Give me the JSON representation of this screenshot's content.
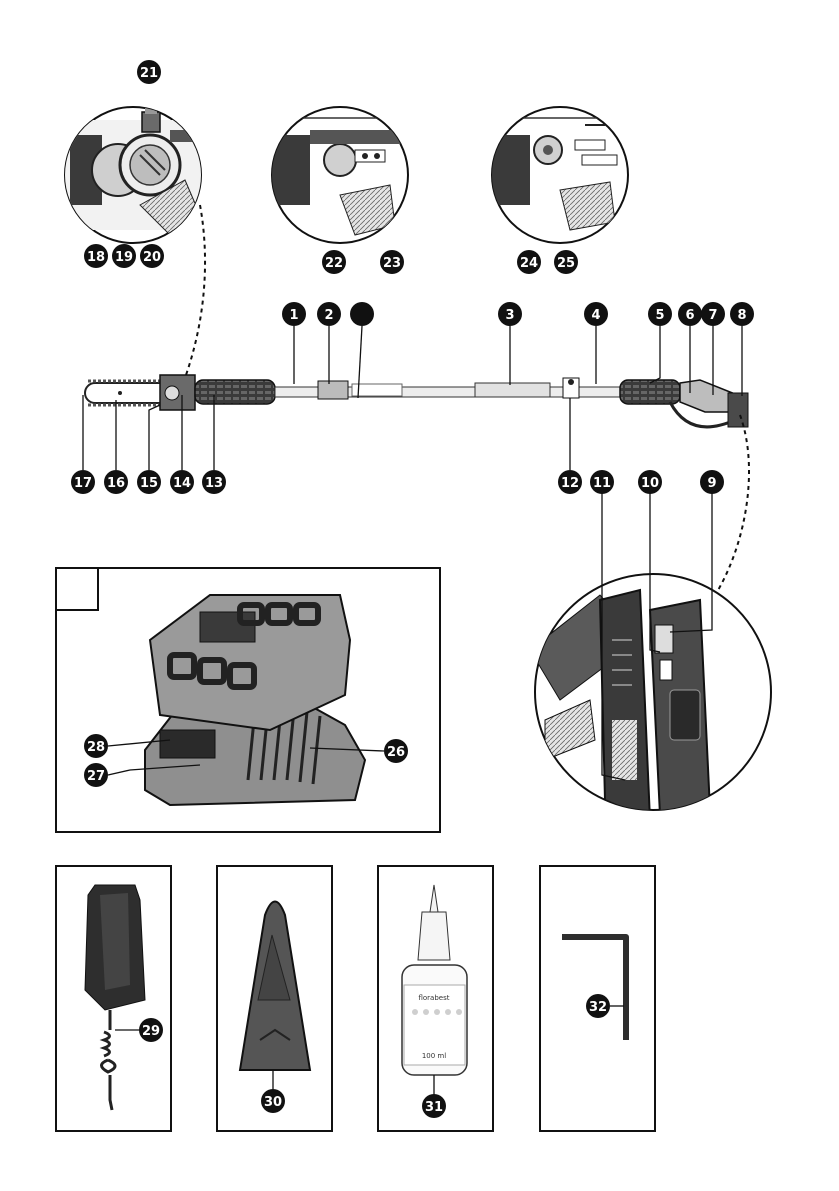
{
  "callouts": [
    "1",
    "2",
    "3",
    "4",
    "5",
    "6",
    "7",
    "8",
    "9",
    "10",
    "11",
    "12",
    "13",
    "14",
    "15",
    "16",
    "17",
    "18",
    "19",
    "20",
    "21",
    "22",
    "23",
    "24",
    "25",
    "26",
    "27",
    "28",
    "29",
    "30",
    "31",
    "32"
  ],
  "box_a_label": "",
  "oil_bottle": {
    "brand": "florabest",
    "volume": "100 ml"
  },
  "colors": {
    "ink": "#1a1a1a",
    "badge": "#111111",
    "grey": "#8a8a8a",
    "light": "#d9d9d9"
  }
}
